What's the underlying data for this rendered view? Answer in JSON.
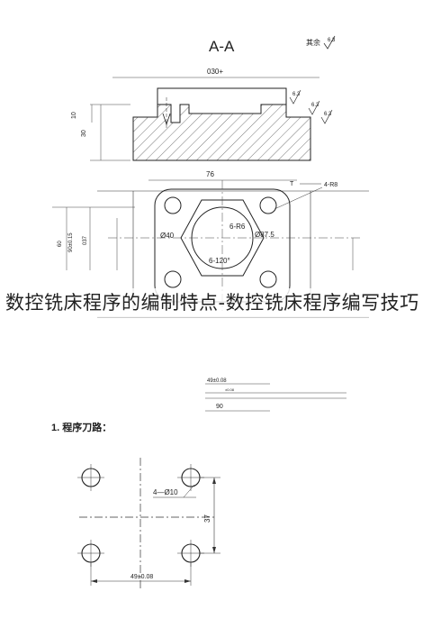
{
  "caption": "数控铣床程序的编制特点-数控铣床程序编写技巧",
  "drawing": {
    "section_title": "A-A",
    "roughness_note": "其余",
    "roughness_values": [
      "6.3",
      "6.3",
      "6.3",
      "6.3"
    ],
    "dim_top": "030+",
    "dim_depth": "10",
    "dim_height": "30",
    "dim_width": "76",
    "label_t": "T",
    "label_4r8": "4-R8",
    "label_d40": "Ø40",
    "label_r6": "6-R6",
    "label_d87": "Ø87.5",
    "label_angle": "6-120°",
    "dim_left_a": "60",
    "dim_left_b": "90±0.15",
    "dim_left_c": "037"
  },
  "lower": {
    "dim_49": "49±0.08",
    "dim_small": "±0.08",
    "dim_90": "90",
    "step_title": "1. 程序刀路：",
    "hole_label": "4—Ø10",
    "dim_37": "37",
    "dim_bottom": "49±0.08"
  }
}
